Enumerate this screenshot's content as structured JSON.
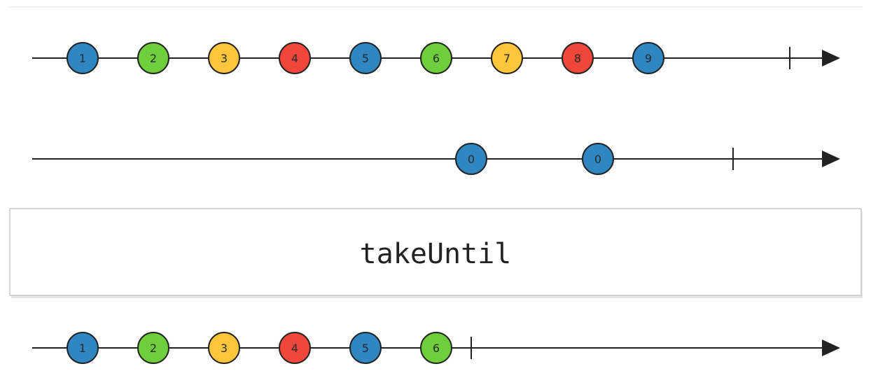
{
  "operator": {
    "name": "takeUntil"
  },
  "colors": {
    "blue": "#2f86c0",
    "green": "#6fce3b",
    "yellow": "#ffc63d",
    "red": "#f0473a",
    "line": "#222222",
    "operator_border": "#c8c8c8"
  },
  "timelines": [
    {
      "id": "source",
      "marbles": [
        {
          "label": "1",
          "color": "blue"
        },
        {
          "label": "2",
          "color": "green"
        },
        {
          "label": "3",
          "color": "yellow"
        },
        {
          "label": "4",
          "color": "red"
        },
        {
          "label": "5",
          "color": "blue"
        },
        {
          "label": "6",
          "color": "green"
        },
        {
          "label": "7",
          "color": "yellow"
        },
        {
          "label": "8",
          "color": "red"
        },
        {
          "label": "9",
          "color": "blue"
        }
      ],
      "completes": true
    },
    {
      "id": "notifier",
      "marbles": [
        {
          "label": "0",
          "color": "blue"
        },
        {
          "label": "0",
          "color": "blue"
        }
      ],
      "completes": true
    },
    {
      "id": "result",
      "marbles": [
        {
          "label": "1",
          "color": "blue"
        },
        {
          "label": "2",
          "color": "green"
        },
        {
          "label": "3",
          "color": "yellow"
        },
        {
          "label": "4",
          "color": "red"
        },
        {
          "label": "5",
          "color": "blue"
        },
        {
          "label": "6",
          "color": "green"
        }
      ],
      "completes": true
    }
  ]
}
